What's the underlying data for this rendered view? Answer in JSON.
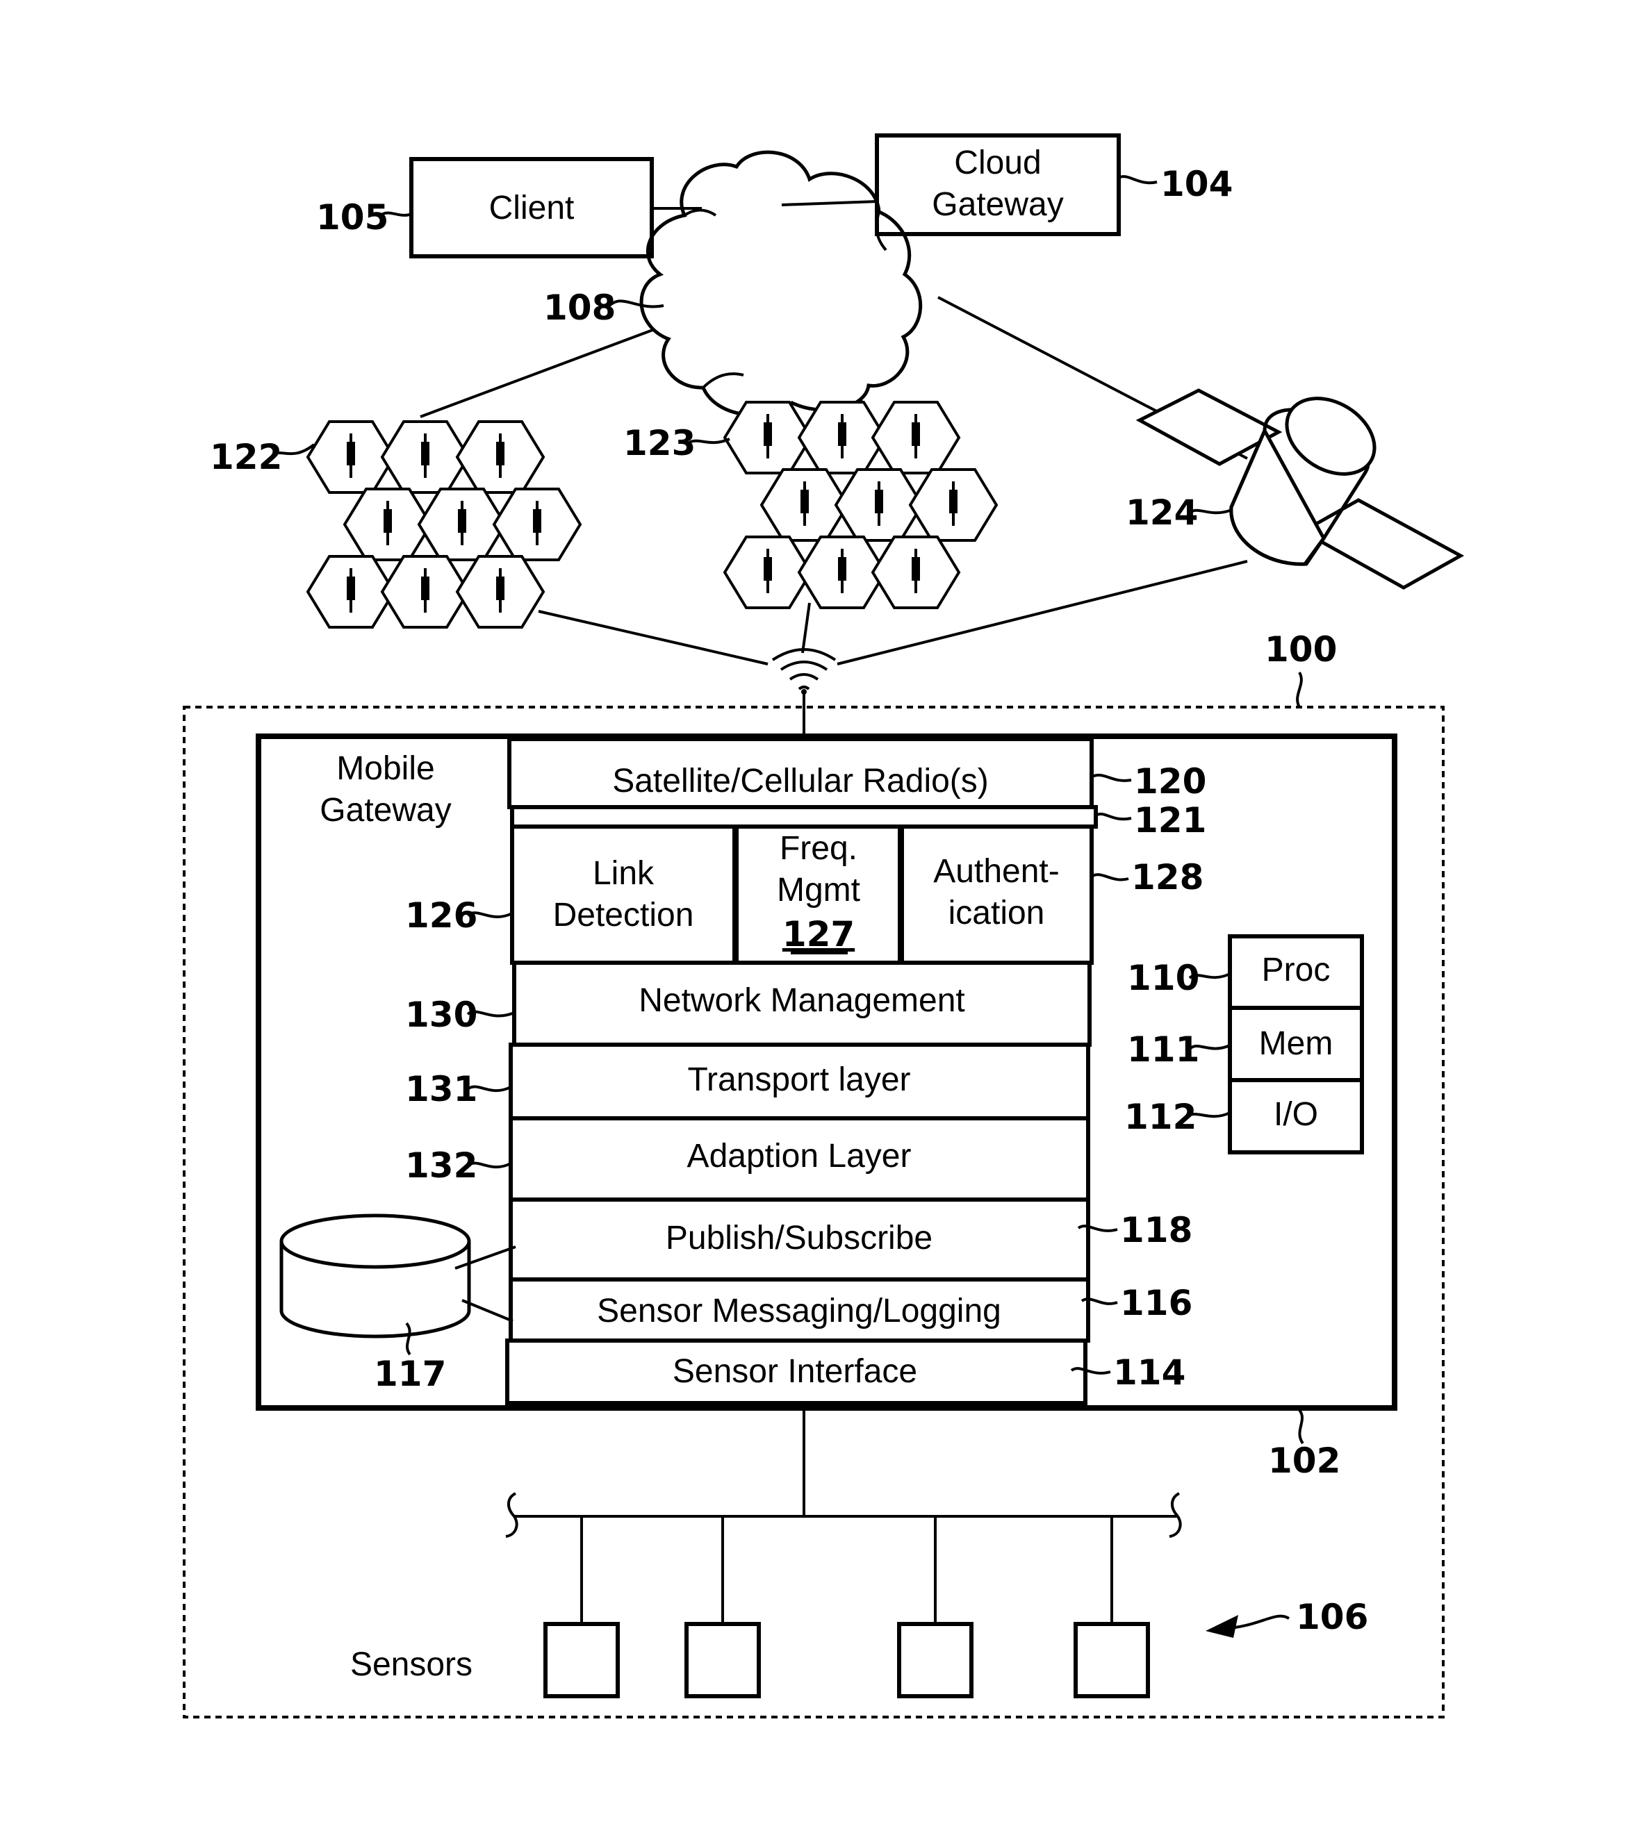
{
  "nodes": {
    "client": "Client",
    "cloud_gateway": [
      "Cloud",
      "Gateway"
    ],
    "mobile_gateway": [
      "Mobile",
      "Gateway"
    ],
    "sensors": "Sensors"
  },
  "stack": {
    "radio": "Satellite/Cellular Radio(s)",
    "link_detection": [
      "Link",
      "Detection"
    ],
    "freq_mgmt": [
      "Freq.",
      "Mgmt",
      "127"
    ],
    "authentication": [
      "Authent-",
      "ication"
    ],
    "network_management": "Network Management",
    "transport": "Transport layer",
    "adaption": "Adaption Layer",
    "pubsub": "Publish/Subscribe",
    "sensor_messaging": "Sensor Messaging/Logging",
    "sensor_interface": "Sensor Interface"
  },
  "hardware": {
    "proc": "Proc",
    "mem": "Mem",
    "io": "I/O"
  },
  "refs": {
    "r100": "100",
    "r102": "102",
    "r104": "104",
    "r105": "105",
    "r106": "106",
    "r108": "108",
    "r110": "110",
    "r111": "111",
    "r112": "112",
    "r114": "114",
    "r116": "116",
    "r117": "117",
    "r118": "118",
    "r120": "120",
    "r121": "121",
    "r122": "122",
    "r123": "123",
    "r124": "124",
    "r126": "126",
    "r128": "128",
    "r130": "130",
    "r131": "131",
    "r132": "132"
  }
}
